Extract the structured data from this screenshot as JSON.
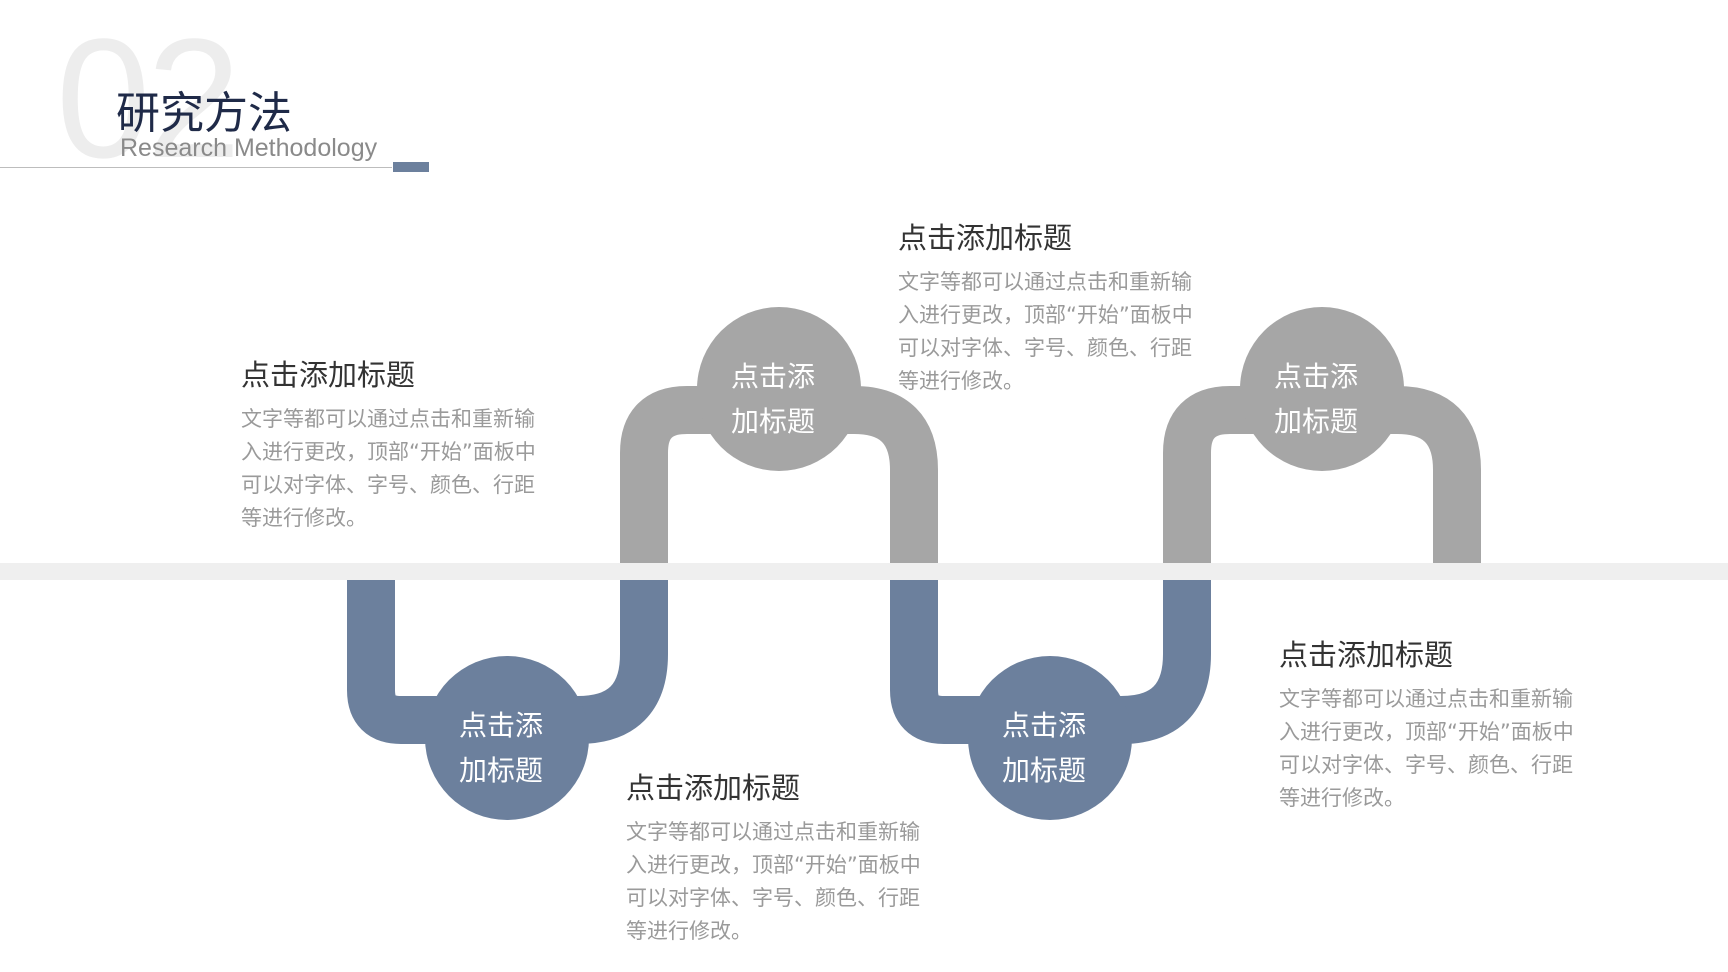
{
  "header": {
    "number": "02",
    "title": "研究方法",
    "subtitle": "Research Methodology"
  },
  "colors": {
    "gray_accent": "#a6a6a6",
    "blue_accent": "#6c809d",
    "baseline": "#efefef",
    "title": "#1f2a48"
  },
  "nodes": [
    {
      "label_line1": "点击添",
      "label_line2": "加标题",
      "color": "#6c809d"
    },
    {
      "label_line1": "点击添",
      "label_line2": "加标题",
      "color": "#a6a6a6"
    },
    {
      "label_line1": "点击添",
      "label_line2": "加标题",
      "color": "#6c809d"
    },
    {
      "label_line1": "点击添",
      "label_line2": "加标题",
      "color": "#a6a6a6"
    }
  ],
  "text_blocks": [
    {
      "title": "点击添加标题",
      "body": "文字等都可以通过点击和重新输入进行更改，顶部“开始”面板中可以对字体、字号、颜色、行距等进行修改。"
    },
    {
      "title": "点击添加标题",
      "body": "文字等都可以通过点击和重新输入进行更改，顶部“开始”面板中可以对字体、字号、颜色、行距等进行修改。"
    },
    {
      "title": "点击添加标题",
      "body": "文字等都可以通过点击和重新输入进行更改，顶部“开始”面板中可以对字体、字号、颜色、行距等进行修改。"
    },
    {
      "title": "点击添加标题",
      "body": "文字等都可以通过点击和重新输入进行更改，顶部“开始”面板中可以对字体、字号、颜色、行距等进行修改。"
    }
  ]
}
